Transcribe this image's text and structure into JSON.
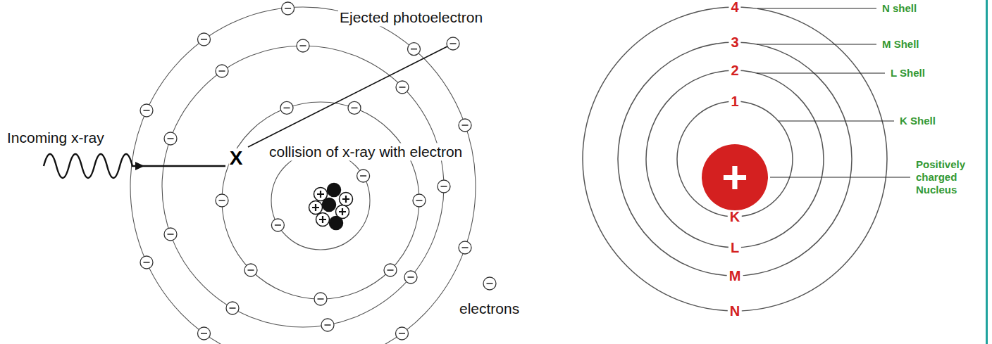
{
  "diagram": {
    "nodes": [
      {
        "text": [
          "+"
        ]
      }
    ],
    "labels": [
      "Ejected photoelectron",
      "Incoming x-ray",
      "X",
      "collision of x-ray with electron",
      "4",
      "3",
      "2",
      "1",
      "K",
      "L",
      "M",
      "N",
      "N shell",
      "M Shell",
      "L Shell",
      "K Shell",
      "Positively charged Nucleus"
    ],
    "legend": [
      {
        "text": "electrons"
      }
    ]
  }
}
